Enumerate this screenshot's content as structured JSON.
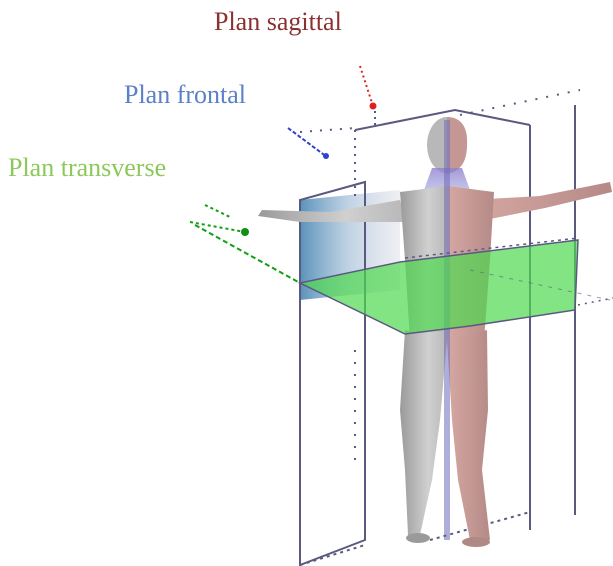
{
  "labels": {
    "sagittal": "Plan sagittal",
    "frontal": "Plan frontal",
    "transverse": "Plan transverse"
  },
  "colors": {
    "sagittal": "#8b3030",
    "frontal": "#5b80c8",
    "transverse": "#8cc85a",
    "sagittal_marker": "#e02020",
    "frontal_marker": "#3040d0",
    "transverse_marker": "#109010",
    "plane_outline": "#5a5a80",
    "skin_neutral": "#b4b4b4",
    "skin_sagittal_side": "#c49090",
    "skin_frontal_tint": "#8888c8",
    "transverse_fill": "#4ed84e"
  },
  "icons": {
    "figure": "human-body-anatomical-planes-icon"
  }
}
